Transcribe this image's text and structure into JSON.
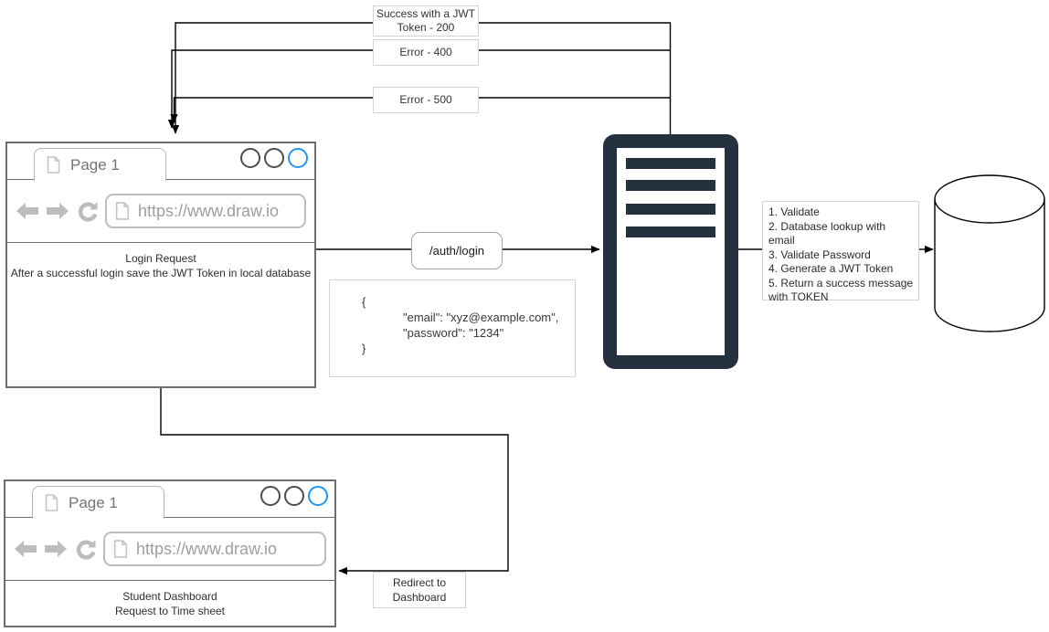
{
  "diagram_title": "Login flow with JWT token (draw.io mockup diagram)",
  "colors": {
    "line": "#000000",
    "server_fill": "#24303d",
    "accent_blue": "#2196f3",
    "box_border": "#d5d5d5",
    "chrome_gray": "#bdbdbd",
    "url_text_gray": "#9e9e9e"
  },
  "status_boxes": [
    {
      "label": "Success with a JWT Token - 200"
    },
    {
      "label": "Error - 400"
    },
    {
      "label": "Error - 500"
    }
  ],
  "browser_top": {
    "tab_label": "Page 1",
    "url": "https://www.draw.io",
    "content_line1": "Login Request",
    "content_line2": "After a successful login save the JWT Token in local database"
  },
  "browser_bottom": {
    "tab_label": "Page 1",
    "url": "https://www.draw.io",
    "content_line1": "Student Dashboard",
    "content_line2": "Request to Time sheet"
  },
  "auth_endpoint": {
    "label": "/auth/login"
  },
  "request_body": {
    "open_brace": "{",
    "email_line": "\"email\": \"xyz@example.com\",",
    "password_line": "\"password\": \"1234\"",
    "close_brace": "}"
  },
  "server_steps": [
    "1. Validate",
    "2. Database lookup with email",
    "3. Validate Password",
    "4. Generate a JWT Token",
    "5. Return a success message with TOKEN"
  ],
  "redirect_box": {
    "label": "Redirect to Dashboard"
  },
  "icons": {
    "page": "page-outline",
    "back": "arrow-left-filled",
    "forward": "arrow-right-filled",
    "refresh": "circular-arrow",
    "window_buttons": "three-circles",
    "server": "server-tower",
    "database": "cylinder"
  }
}
